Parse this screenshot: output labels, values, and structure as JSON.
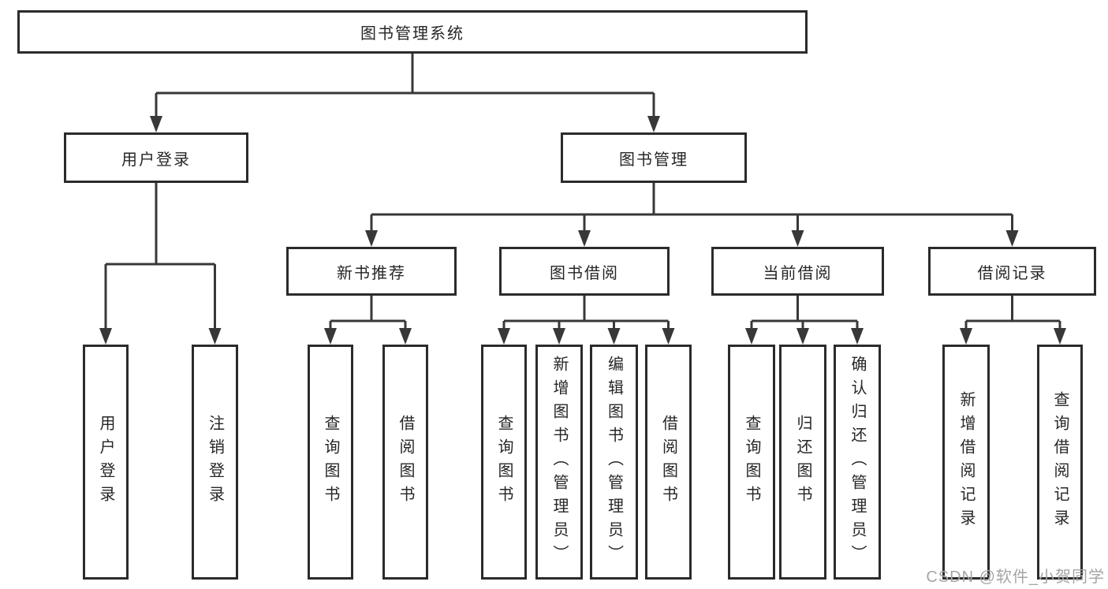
{
  "diagram": {
    "title": "图书管理系统",
    "nodes": [
      {
        "id": "root",
        "label": "图书管理系统",
        "level": 1
      },
      {
        "id": "user-login",
        "label": "用户登录",
        "level": 2
      },
      {
        "id": "book-management",
        "label": "图书管理",
        "level": 2
      },
      {
        "id": "new-book-recommend",
        "label": "新书推荐",
        "level": 3
      },
      {
        "id": "book-borrowing",
        "label": "图书借阅",
        "level": 3
      },
      {
        "id": "current-borrowing",
        "label": "当前借阅",
        "level": 3
      },
      {
        "id": "borrowing-records",
        "label": "借阅记录",
        "level": 3
      },
      {
        "id": "user-login-action",
        "label": "用户登录",
        "level": 4
      },
      {
        "id": "logout-action",
        "label": "注销登录",
        "level": 4
      },
      {
        "id": "query-books-recommend",
        "label": "查询图书",
        "level": 4
      },
      {
        "id": "borrow-books-recommend",
        "label": "借阅图书",
        "level": 4
      },
      {
        "id": "query-books-borrowing",
        "label": "查询图书",
        "level": 4
      },
      {
        "id": "add-books-admin",
        "label": "新增图书（管理员）",
        "level": 4
      },
      {
        "id": "edit-books-admin",
        "label": "编辑图书（管理员）",
        "level": 4
      },
      {
        "id": "borrow-books-borrowing",
        "label": "借阅图书",
        "level": 4
      },
      {
        "id": "query-books-current",
        "label": "查询图书",
        "level": 4
      },
      {
        "id": "return-books",
        "label": "归还图书",
        "level": 4
      },
      {
        "id": "confirm-return-admin",
        "label": "确认归还（管理员）",
        "level": 4
      },
      {
        "id": "add-borrowing-record",
        "label": "新增借阅记录",
        "level": 4
      },
      {
        "id": "query-borrowing-record",
        "label": "查询借阅记录",
        "level": 4
      }
    ],
    "edges": [
      {
        "parent": "root",
        "children": [
          "user-login",
          "book-management"
        ]
      },
      {
        "parent": "user-login",
        "children": [
          "user-login-action",
          "logout-action"
        ]
      },
      {
        "parent": "book-management",
        "children": [
          "new-book-recommend",
          "book-borrowing",
          "current-borrowing",
          "borrowing-records"
        ]
      },
      {
        "parent": "new-book-recommend",
        "children": [
          "query-books-recommend",
          "borrow-books-recommend"
        ]
      },
      {
        "parent": "book-borrowing",
        "children": [
          "query-books-borrowing",
          "add-books-admin",
          "edit-books-admin",
          "borrow-books-borrowing"
        ]
      },
      {
        "parent": "current-borrowing",
        "children": [
          "query-books-current",
          "return-books",
          "confirm-return-admin"
        ]
      },
      {
        "parent": "borrowing-records",
        "children": [
          "add-borrowing-record",
          "query-borrowing-record"
        ]
      }
    ]
  },
  "watermark": {
    "text": "CSDN @软件_小贺同学"
  },
  "colors": {
    "line": "#383838",
    "border": "#2b2b2b",
    "text": "#262626",
    "background": "#ffffff",
    "watermark": "#a5a5a5"
  }
}
